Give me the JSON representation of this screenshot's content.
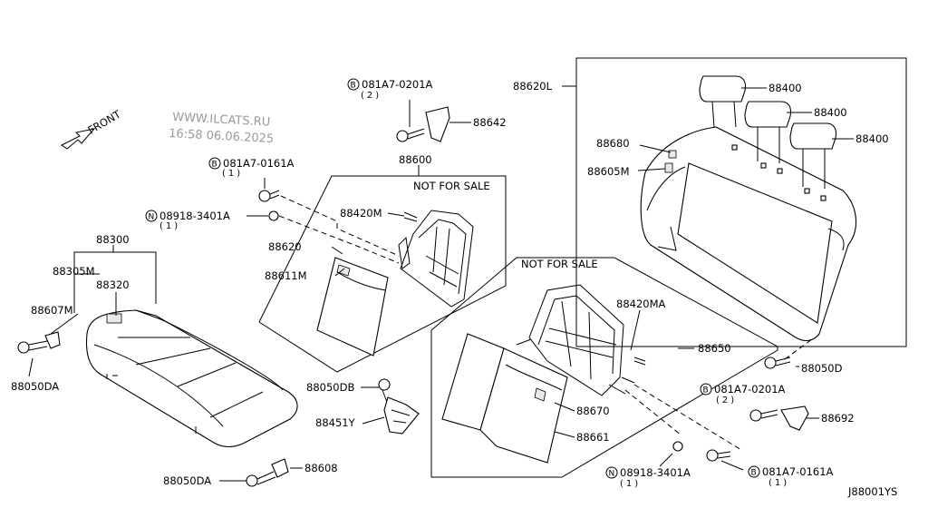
{
  "watermark": {
    "site": "WWW.ILCATS.RU",
    "timestamp": "16:58 06.06.2025"
  },
  "front_label": "FRONT",
  "diagram_code": "J88001YS",
  "not_for_sale": "NOT FOR SALE",
  "parts": {
    "p88300": "88300",
    "p88305M": "88305M",
    "p88320": "88320",
    "p88607M": "88607M",
    "p88050DA_left": "88050DA",
    "p88050DA_bottom": "88050DA",
    "p88608": "88608",
    "p88050DB": "88050DB",
    "p88451Y": "88451Y",
    "p88600": "88600",
    "p88420M": "88420M",
    "p88620": "88620",
    "p88611M": "88611M",
    "p88642": "88642",
    "p88620L": "88620L",
    "p88400_a": "88400",
    "p88400_b": "88400",
    "p88400_c": "88400",
    "p88680": "88680",
    "p88605M": "88605M",
    "p88050D": "88050D",
    "p88650": "88650",
    "p88420MA": "88420MA",
    "p88670": "88670",
    "p88661": "88661",
    "p88692": "88692"
  },
  "fasteners": {
    "f_top_bolt": {
      "code": "081A7-0201A",
      "qty": "(2)",
      "symbol": "B"
    },
    "f_left_bolt": {
      "code": "081A7-0161A",
      "qty": "(1)",
      "symbol": "B"
    },
    "f_left_nut": {
      "code": "08918-3401A",
      "qty": "(1)",
      "symbol": "N"
    },
    "f_right_bolt": {
      "code": "081A7-0201A",
      "qty": "(2)",
      "symbol": "B"
    },
    "f_bottom_nut": {
      "code": "08918-3401A",
      "qty": "(1)",
      "symbol": "N"
    },
    "f_bottom_bolt": {
      "code": "081A7-0161A",
      "qty": "(1)",
      "symbol": "B"
    }
  }
}
